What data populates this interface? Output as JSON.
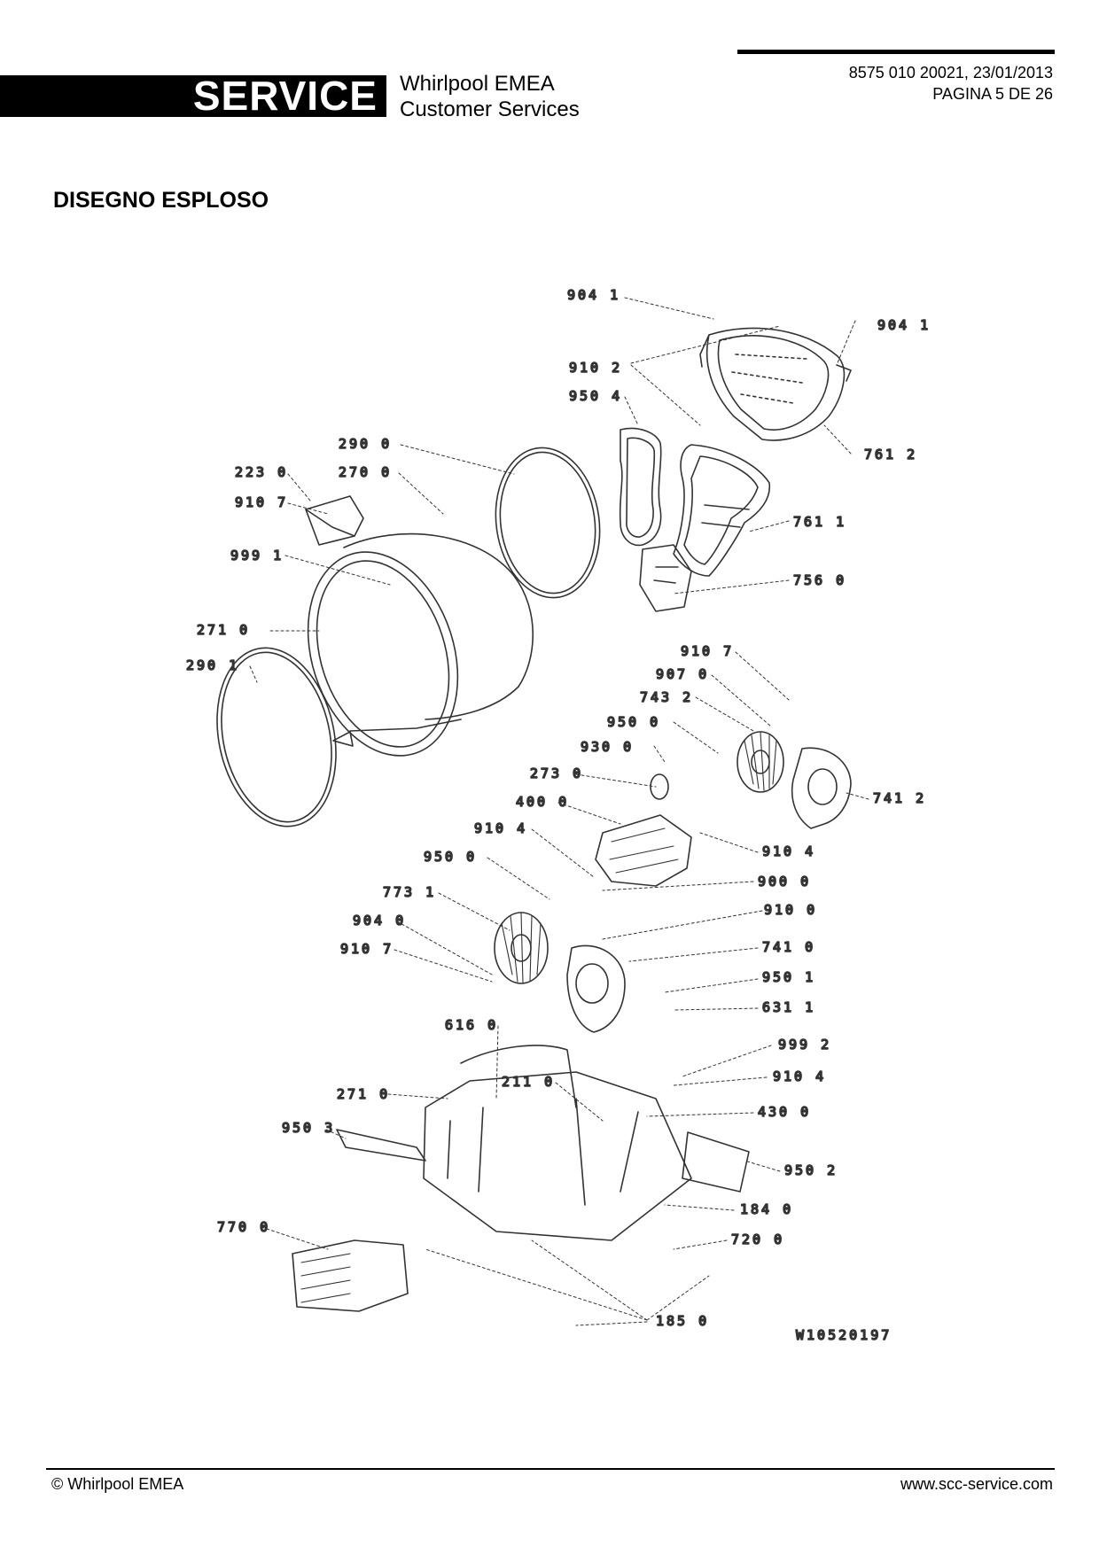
{
  "header": {
    "logo_text": "SERVICE",
    "company_line1": "Whirlpool EMEA",
    "company_line2": "Customer Services",
    "doc_ref": "8575 010 20021, 23/01/2013",
    "page": "PAGINA 5 DE 26"
  },
  "title": "DISEGNO ESPLOSO",
  "diagram": {
    "labels": {
      "l1": "904 1",
      "l2": "904 1",
      "l3": "910 2",
      "l4": "950 4",
      "l5": "290 0",
      "l6": "270 0",
      "l7": "223 0",
      "l8": "910 7",
      "l9": "999 1",
      "l10": "761 2",
      "l11": "761 1",
      "l12": "756 0",
      "l13": "271 0",
      "l14": "290 1",
      "l15": "910 7",
      "l16": "907 0",
      "l17": "743 2",
      "l18": "950 0",
      "l19": "930 0",
      "l20": "273 0",
      "l21": "400 0",
      "l22": "910 4",
      "l23": "741 2",
      "l24": "910 4",
      "l25": "950 0",
      "l26": "900 0",
      "l27": "773 1",
      "l28": "904 0",
      "l29": "910 7",
      "l30": "910 0",
      "l31": "741 0",
      "l32": "950 1",
      "l33": "631 1",
      "l34": "616 0",
      "l35": "999 2",
      "l36": "271 0",
      "l37": "211 0",
      "l38": "910 4",
      "l39": "430 0",
      "l40": "950 3",
      "l41": "950 2",
      "l42": "184 0",
      "l43": "770 0",
      "l44": "720 0",
      "l45": "185 0"
    },
    "drawing_code": "W10520197"
  },
  "footer": {
    "copyright": "© Whirlpool EMEA",
    "website": "www.scc-service.com"
  }
}
